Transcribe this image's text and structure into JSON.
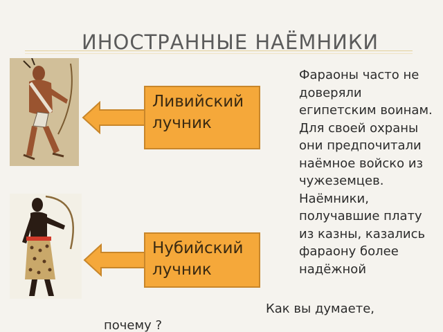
{
  "title": "ИНОСТРАННЫЕ НАЁМНИКИ",
  "labels": {
    "libyan": "Ливийский лучник",
    "nubian": "Нубийский лучник"
  },
  "paragraph": "Фараоны часто не доверяли египетским воинам. Для своей охраны они предпочитали наёмное войско из чужеземцев. Наёмники, получавшие плату из казны, казались фараону более надёжной",
  "question": {
    "part1": "Как вы думаете,",
    "part2": "почему ?"
  },
  "colors": {
    "label_fill": "#f5a83a",
    "label_border": "#c8862a",
    "title": "#5b5b5b"
  }
}
